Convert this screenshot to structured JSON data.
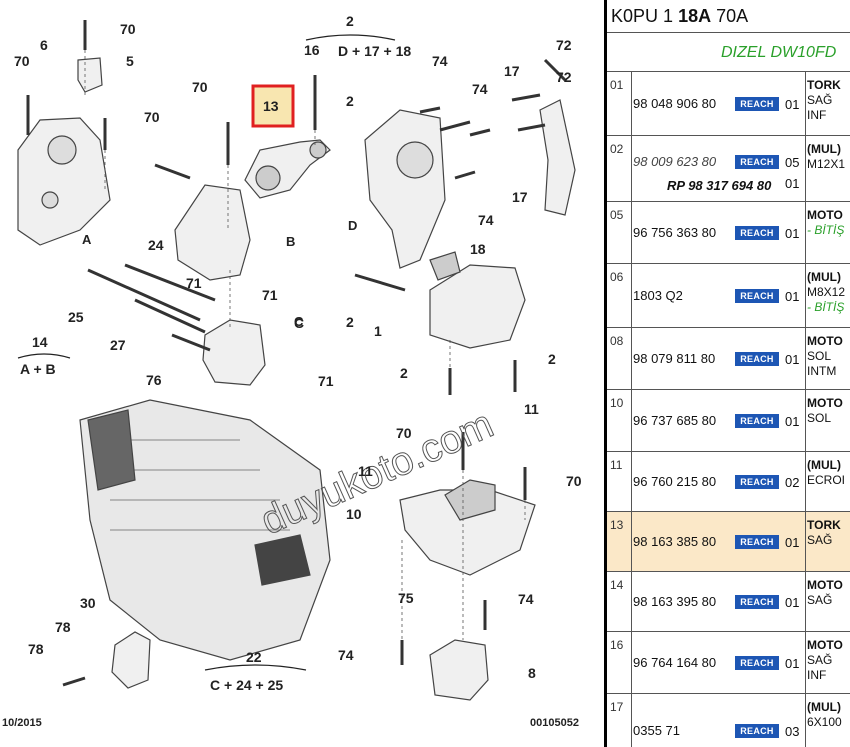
{
  "diagram": {
    "callouts": [
      "70",
      "6",
      "5",
      "70",
      "70",
      "70",
      "2",
      "13",
      "2",
      "16",
      "D + 17 + 18",
      "24",
      "25",
      "27",
      "71",
      "71",
      "C",
      "76",
      "71",
      "14",
      "A + B",
      "74",
      "74",
      "17",
      "72",
      "72",
      "17",
      "74",
      "18",
      "2",
      "1",
      "2",
      "2",
      "70",
      "11",
      "11",
      "70",
      "10",
      "30",
      "78",
      "78",
      "75",
      "74",
      "74",
      "8",
      "22",
      "C + 24 + 25"
    ],
    "letters": [
      "A",
      "B",
      "D",
      "C"
    ],
    "watermark": "duyukoto.com",
    "date": "10/2015",
    "figure_code": "00105052",
    "highlight_color": "#e02020"
  },
  "panel": {
    "header_prefix": "K0PU 1",
    "header_bold": "18A",
    "header_suffix": "70A",
    "engine": "DIZEL DW10FD",
    "accent_green": "#2aa02a",
    "reach_color": "#1d56b4",
    "highlight_bg": "#fbe8c8",
    "rows": [
      {
        "idx": "01",
        "ref": "98 048 906 80",
        "reach": "REACH",
        "qty": "01",
        "desc_bold": "TORK",
        "desc": [
          "SAĞ",
          "INF"
        ]
      },
      {
        "idx": "02",
        "ref": "98 009 623 80",
        "reach": "REACH",
        "qty": "05",
        "desc_bold": "(MUL)",
        "desc": [
          "M12X1"
        ],
        "rp": "RP 98 317 694 80",
        "qty2": "01"
      },
      {
        "idx": "05",
        "ref": "96 756 363 80",
        "reach": "REACH",
        "qty": "01",
        "desc_bold": "MOTO",
        "desc_green": "- BİTİŞ"
      },
      {
        "idx": "06",
        "ref": "1803 Q2",
        "reach": "REACH",
        "qty": "01",
        "desc_bold": "(MUL)",
        "desc": [
          "M8X12"
        ],
        "desc_green": "- BİTİŞ"
      },
      {
        "idx": "08",
        "ref": "98 079 811 80",
        "reach": "REACH",
        "qty": "01",
        "desc_bold": "MOTO",
        "desc": [
          "SOL",
          "INTM"
        ]
      },
      {
        "idx": "10",
        "ref": "96 737 685 80",
        "reach": "REACH",
        "qty": "01",
        "desc_bold": "MOTO",
        "desc": [
          "SOL"
        ]
      },
      {
        "idx": "11",
        "ref": "96 760 215 80",
        "reach": "REACH",
        "qty": "02",
        "desc_bold": "(MUL)",
        "desc": [
          "ECROI"
        ]
      },
      {
        "idx": "13",
        "ref": "98 163 385 80",
        "reach": "REACH",
        "qty": "01",
        "desc_bold": "TORK",
        "desc": [
          "SAĞ"
        ],
        "highlight": true
      },
      {
        "idx": "14",
        "ref": "98 163 395 80",
        "reach": "REACH",
        "qty": "01",
        "desc_bold": "MOTO",
        "desc": [
          "SAĞ"
        ]
      },
      {
        "idx": "16",
        "ref": "96 764 164 80",
        "reach": "REACH",
        "qty": "01",
        "desc_bold": "MOTO",
        "desc": [
          "SAĞ",
          "INF"
        ]
      },
      {
        "idx": "17",
        "ref": "0355 71",
        "reach": "REACH",
        "qty": "03",
        "desc_bold": "(MUL)",
        "desc": [
          "6X100"
        ]
      }
    ]
  }
}
